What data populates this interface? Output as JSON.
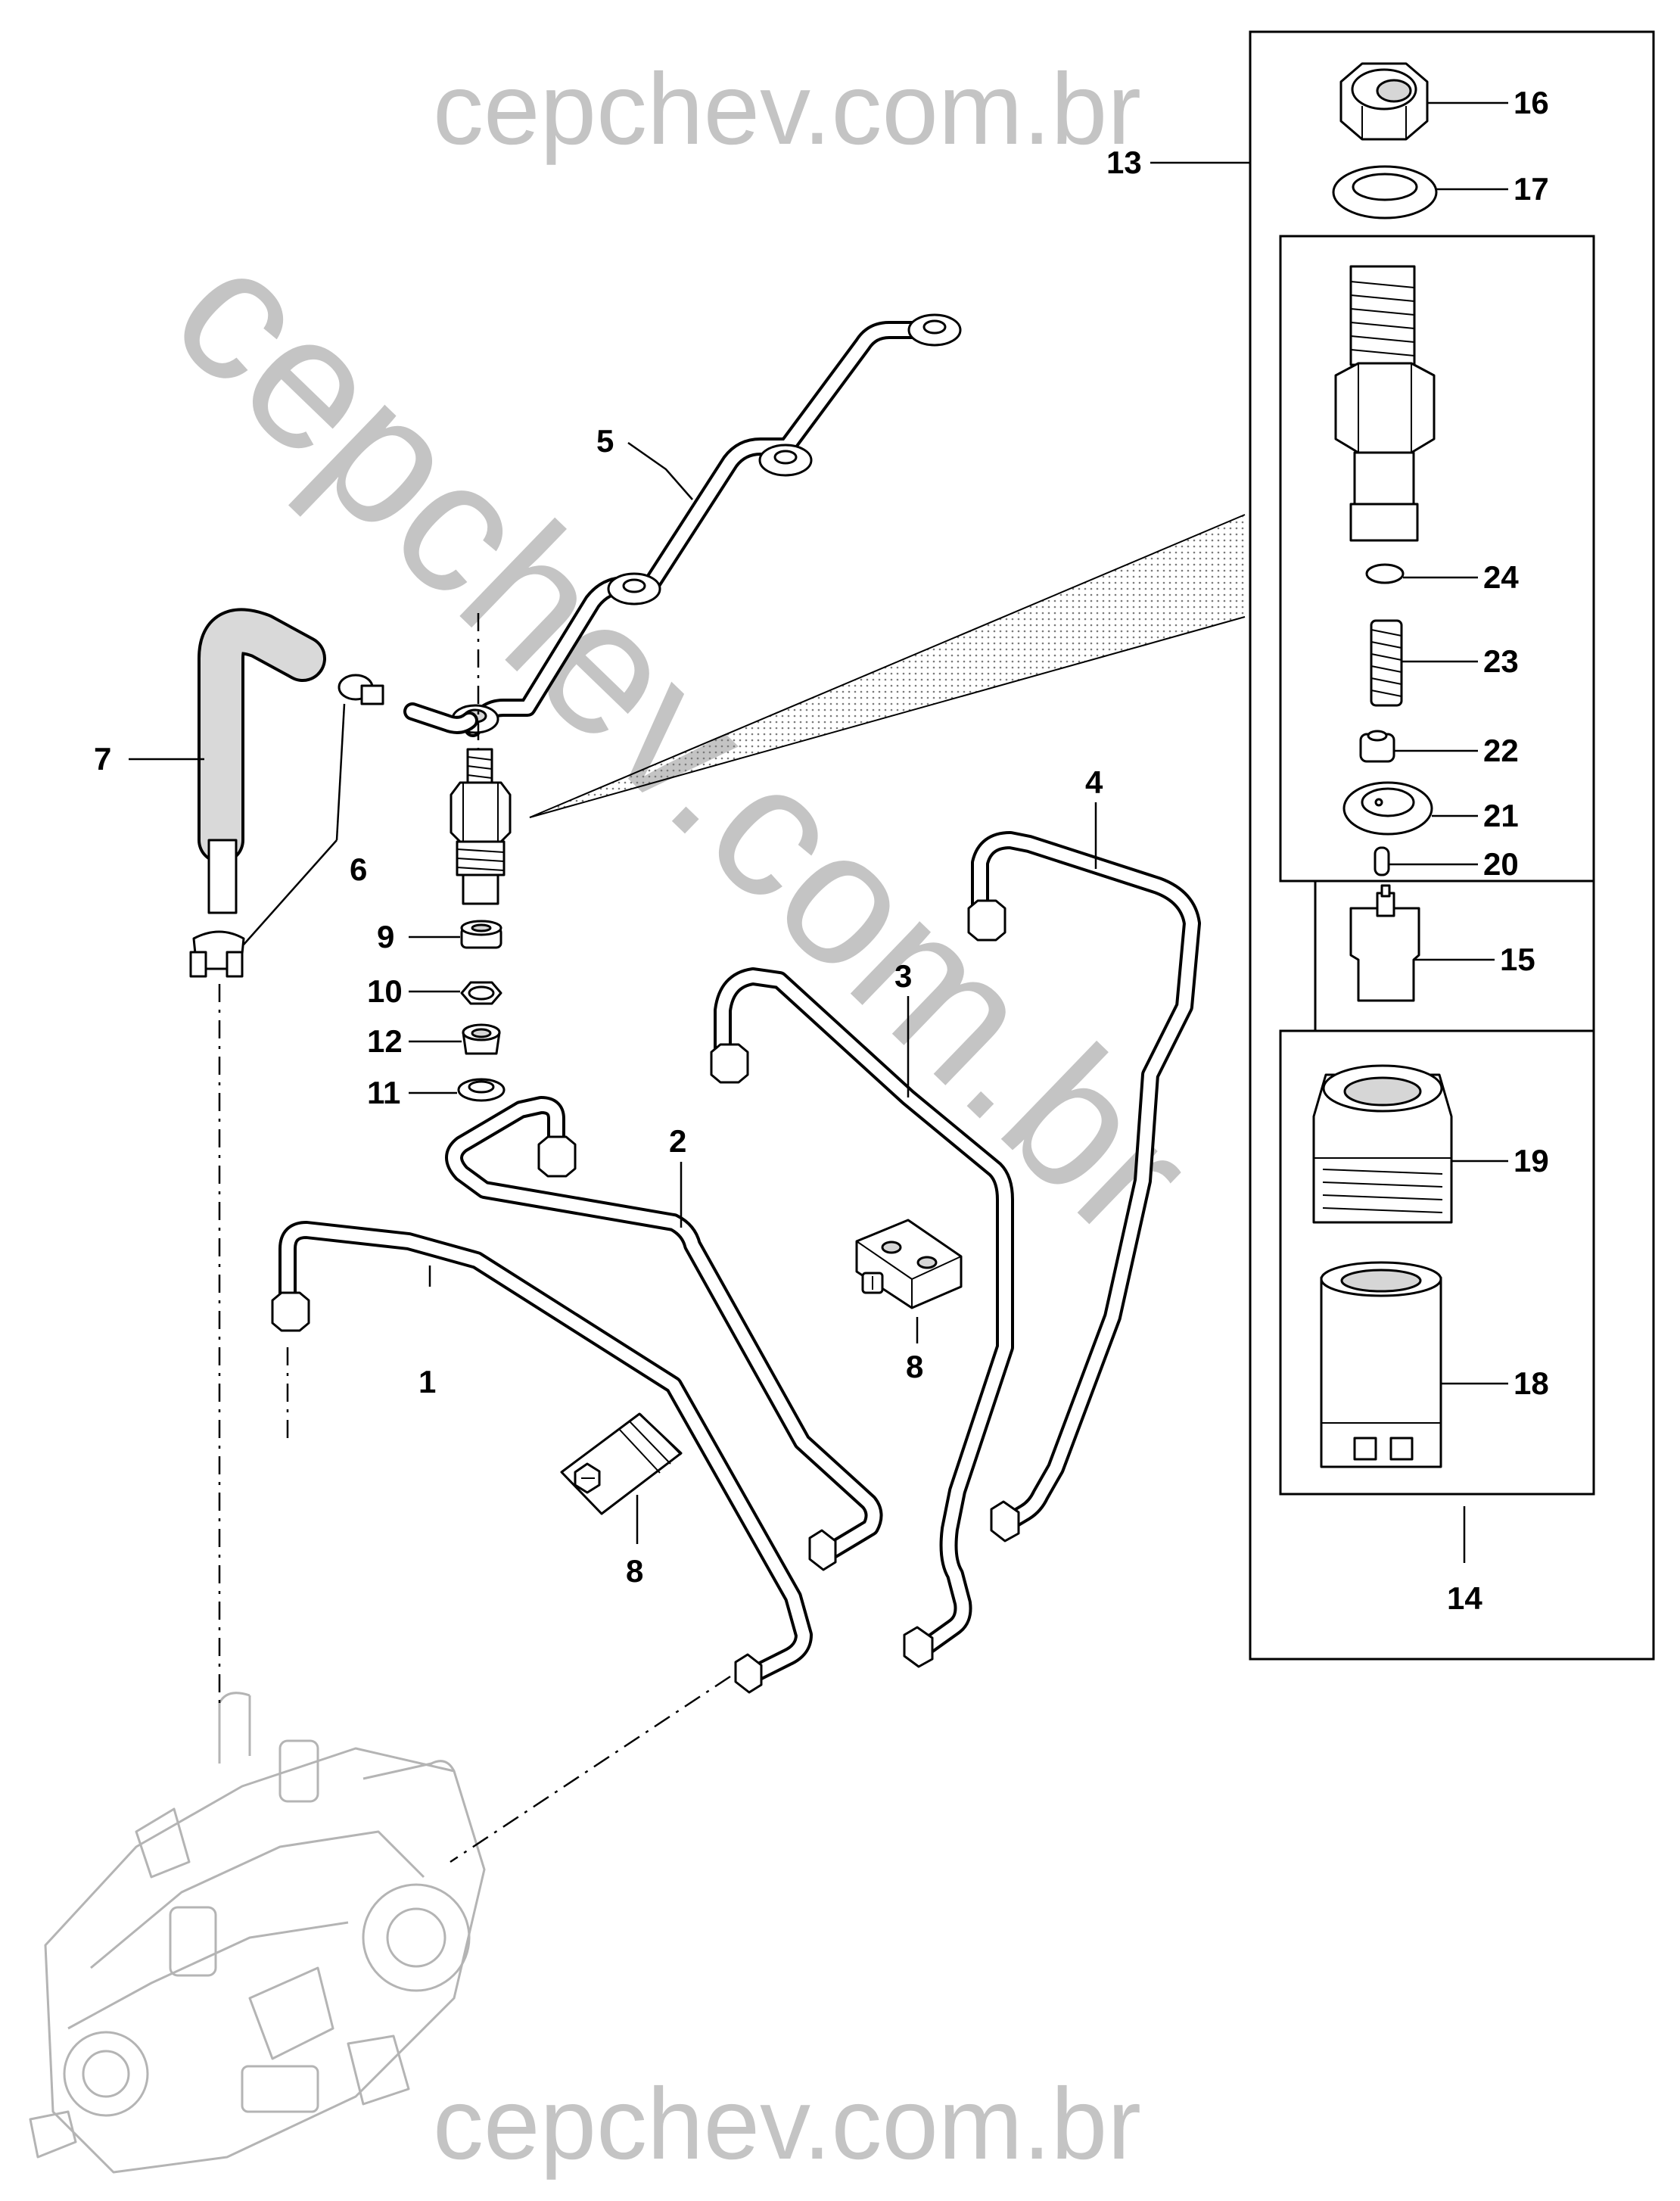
{
  "watermark": {
    "text": "cepchev.com.br",
    "color": "#c4c4c4"
  },
  "callouts": [
    "1",
    "2",
    "3",
    "4",
    "5",
    "6",
    "7",
    "8",
    "8",
    "9",
    "10",
    "11",
    "12",
    "13",
    "14",
    "15",
    "16",
    "17",
    "18",
    "19",
    "20",
    "21",
    "22",
    "23",
    "24"
  ]
}
